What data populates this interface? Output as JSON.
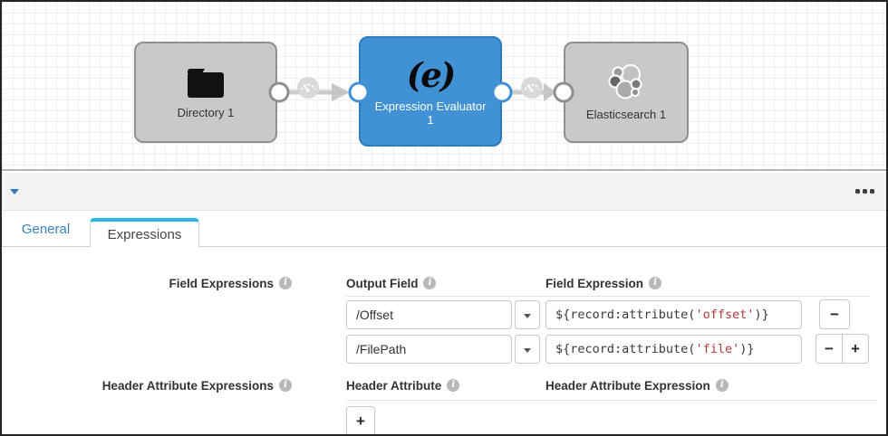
{
  "pipeline": {
    "stages": [
      {
        "name": "Directory 1",
        "icon": "folder-icon",
        "selected": false
      },
      {
        "name": "Expression Evaluator 1",
        "icon": "expression-evaluator-icon",
        "selected": true
      },
      {
        "name": "Elasticsearch 1",
        "icon": "elasticsearch-icon",
        "selected": false
      }
    ],
    "expression_logo_glyph": "(e)"
  },
  "detail_pane": {
    "tabs": [
      {
        "label": "General",
        "active": false
      },
      {
        "label": "Expressions",
        "active": true
      }
    ],
    "expressions_tab": {
      "field_expressions": {
        "label": "Field Expressions",
        "output_field_header": "Output Field",
        "field_expression_header": "Field Expression",
        "rows": [
          {
            "output_field": "/Offset",
            "expr_prefix": "${record:attribute(",
            "expr_string": "'offset'",
            "expr_suffix": ")}"
          },
          {
            "output_field": "/FilePath",
            "expr_prefix": "${record:attribute(",
            "expr_string": "'file'",
            "expr_suffix": ")}"
          }
        ]
      },
      "header_attribute_expressions": {
        "label": "Header Attribute Expressions",
        "header_attribute_header": "Header Attribute",
        "header_attribute_expression_header": "Header Attribute Expression"
      },
      "buttons": {
        "remove_label": "−",
        "add_label": "+"
      }
    }
  },
  "colors": {
    "selected_stage_blue": "#4191d5",
    "stage_gray": "#c9c9c9",
    "tab_active_accent": "#29b5ea",
    "link_blue": "#3b82c4",
    "expression_string_red": "#b23b3b",
    "canvas_grid": "#ededf2"
  }
}
